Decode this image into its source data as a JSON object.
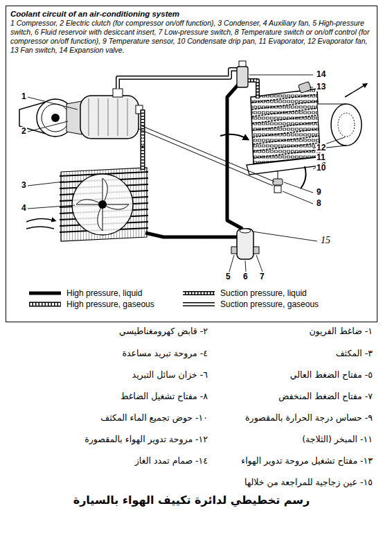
{
  "diagram": {
    "caption": "رسم تخطيطي لدائرة تكييف الهواء بالسيارة",
    "nodes": [
      {
        "text": [
          "Coolant circuit of an air-conditioning system",
          "1 Compressor, 2 Electric clutch (for compressor on/off function), 3 Condenser, 4 Auxiliary fan, 5 High-pressure switch, 6 Fluid reservoir with desiccant insert, 7 Low-pressure switch, 8 Temperature switch or on/off control (for compressor on/off function), 9 Temperature sensor, 10 Condensate drip pan, 11 Evaporator, 12 Evaporator fan, 13 Fan switch, 14 Expansion valve."
        ]
      }
    ],
    "labels": [
      "1",
      "2",
      "3",
      "4",
      "5",
      "6",
      "7",
      "8",
      "9",
      "10",
      "11",
      "12",
      "13",
      "14",
      "15",
      "١- ضاغط الفريون",
      "٢- قابض كهرومغناطيسي",
      "٣- المكثف",
      "٤- مروحة تبريد مساعدة",
      "٥- مفتاح الضغط العالي",
      "٦- خزان سائل التبريد",
      "٧- مفتاح الضغط المنخفض",
      "٨- مفتاح تشغيل الضاغط",
      "٩- حساس درجة الحرارة بالمقصورة",
      "١٠- حوض تجميع الماء المكثف",
      "١١- المبخر (الثلاجة)",
      "١٢- مروحة تدوير الهواء بالمقصورة",
      "١٣- مفتاح تشغيل مروحة تدوير الهواء",
      "١٤- صمام تمدد الغاز",
      "١٥- عين زجاجية للمراجعة من خلالها"
    ],
    "legend": [
      {
        "text": "High pressure, liquid"
      },
      {
        "text": "High pressure, gaseous"
      },
      {
        "text": "Suction pressure, liquid"
      },
      {
        "text": "Suction pressure, gaseous"
      }
    ]
  }
}
